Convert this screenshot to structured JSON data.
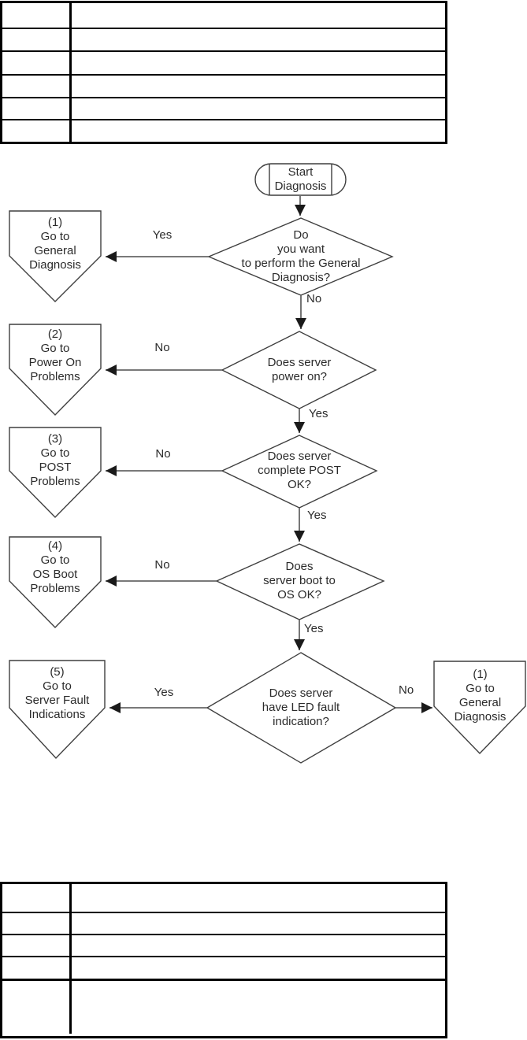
{
  "flowchart": {
    "start": {
      "label": "Start\nDiagnosis"
    },
    "decisions": [
      {
        "label": "Do\nyou want\nto perform the General\nDiagnosis?"
      },
      {
        "label": "Does server\npower on?"
      },
      {
        "label": "Does server\ncomplete POST\nOK?"
      },
      {
        "label": "Does\nserver boot to\nOS OK?"
      },
      {
        "label": "Does server\nhave LED fault\nindication?"
      }
    ],
    "offpage_connectors": [
      {
        "label": "(1)\nGo to\nGeneral\nDiagnosis"
      },
      {
        "label": "(2)\nGo to\nPower On\nProblems"
      },
      {
        "label": "(3)\nGo to\nPOST\nProblems"
      },
      {
        "label": "(4)\nGo to\nOS Boot\nProblems"
      },
      {
        "label": "(5)\nGo to\nServer Fault\nIndications"
      },
      {
        "label": "(1)\nGo to\nGeneral\nDiagnosis"
      }
    ],
    "edge_labels": [
      {
        "label": "Yes"
      },
      {
        "label": "No"
      },
      {
        "label": "No"
      },
      {
        "label": "Yes"
      },
      {
        "label": "No"
      },
      {
        "label": "Yes"
      },
      {
        "label": "No"
      },
      {
        "label": "Yes"
      },
      {
        "label": "Yes"
      },
      {
        "label": "No"
      }
    ]
  },
  "top_table": {
    "rows": [
      [
        "",
        ""
      ],
      [
        "",
        ""
      ],
      [
        "",
        ""
      ],
      [
        "",
        ""
      ],
      [
        "",
        ""
      ],
      [
        "",
        ""
      ]
    ]
  },
  "bottom_table": {
    "rows": [
      [
        "",
        ""
      ],
      [
        "",
        ""
      ],
      [
        "",
        ""
      ],
      [
        "",
        ""
      ],
      [
        "",
        ""
      ]
    ]
  },
  "colors": {
    "shape_stroke": "#3f3f3f",
    "arrow_shaft": "#666666",
    "arrow_head": "#1a1a1a",
    "table_border": "#000000",
    "text": "#2b2b2b"
  }
}
